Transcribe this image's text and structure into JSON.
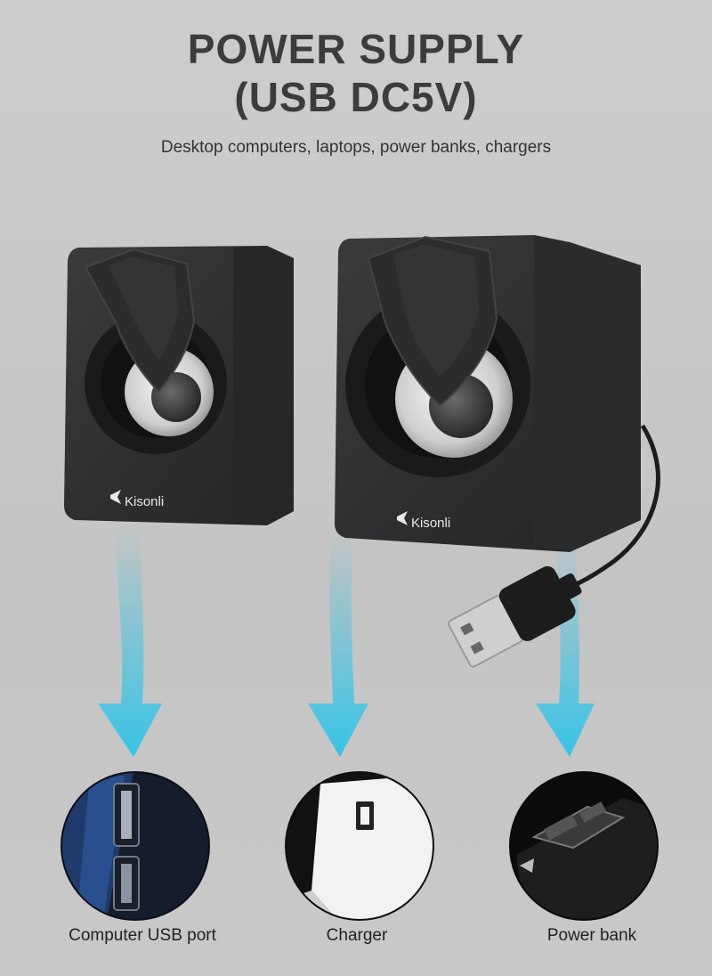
{
  "header": {
    "title_line1": "POWER SUPPLY",
    "title_line2": "(USB DC5V)",
    "subtitle": "Desktop computers, laptops, power banks, chargers"
  },
  "speakers": {
    "brand": "Kisonli"
  },
  "sources": [
    {
      "label": "Computer USB port"
    },
    {
      "label": "Charger"
    },
    {
      "label": "Power bank"
    }
  ],
  "colors": {
    "arrow": "#37c3e6",
    "speaker_body": "#2f3032",
    "background": "#c8c8c8"
  }
}
